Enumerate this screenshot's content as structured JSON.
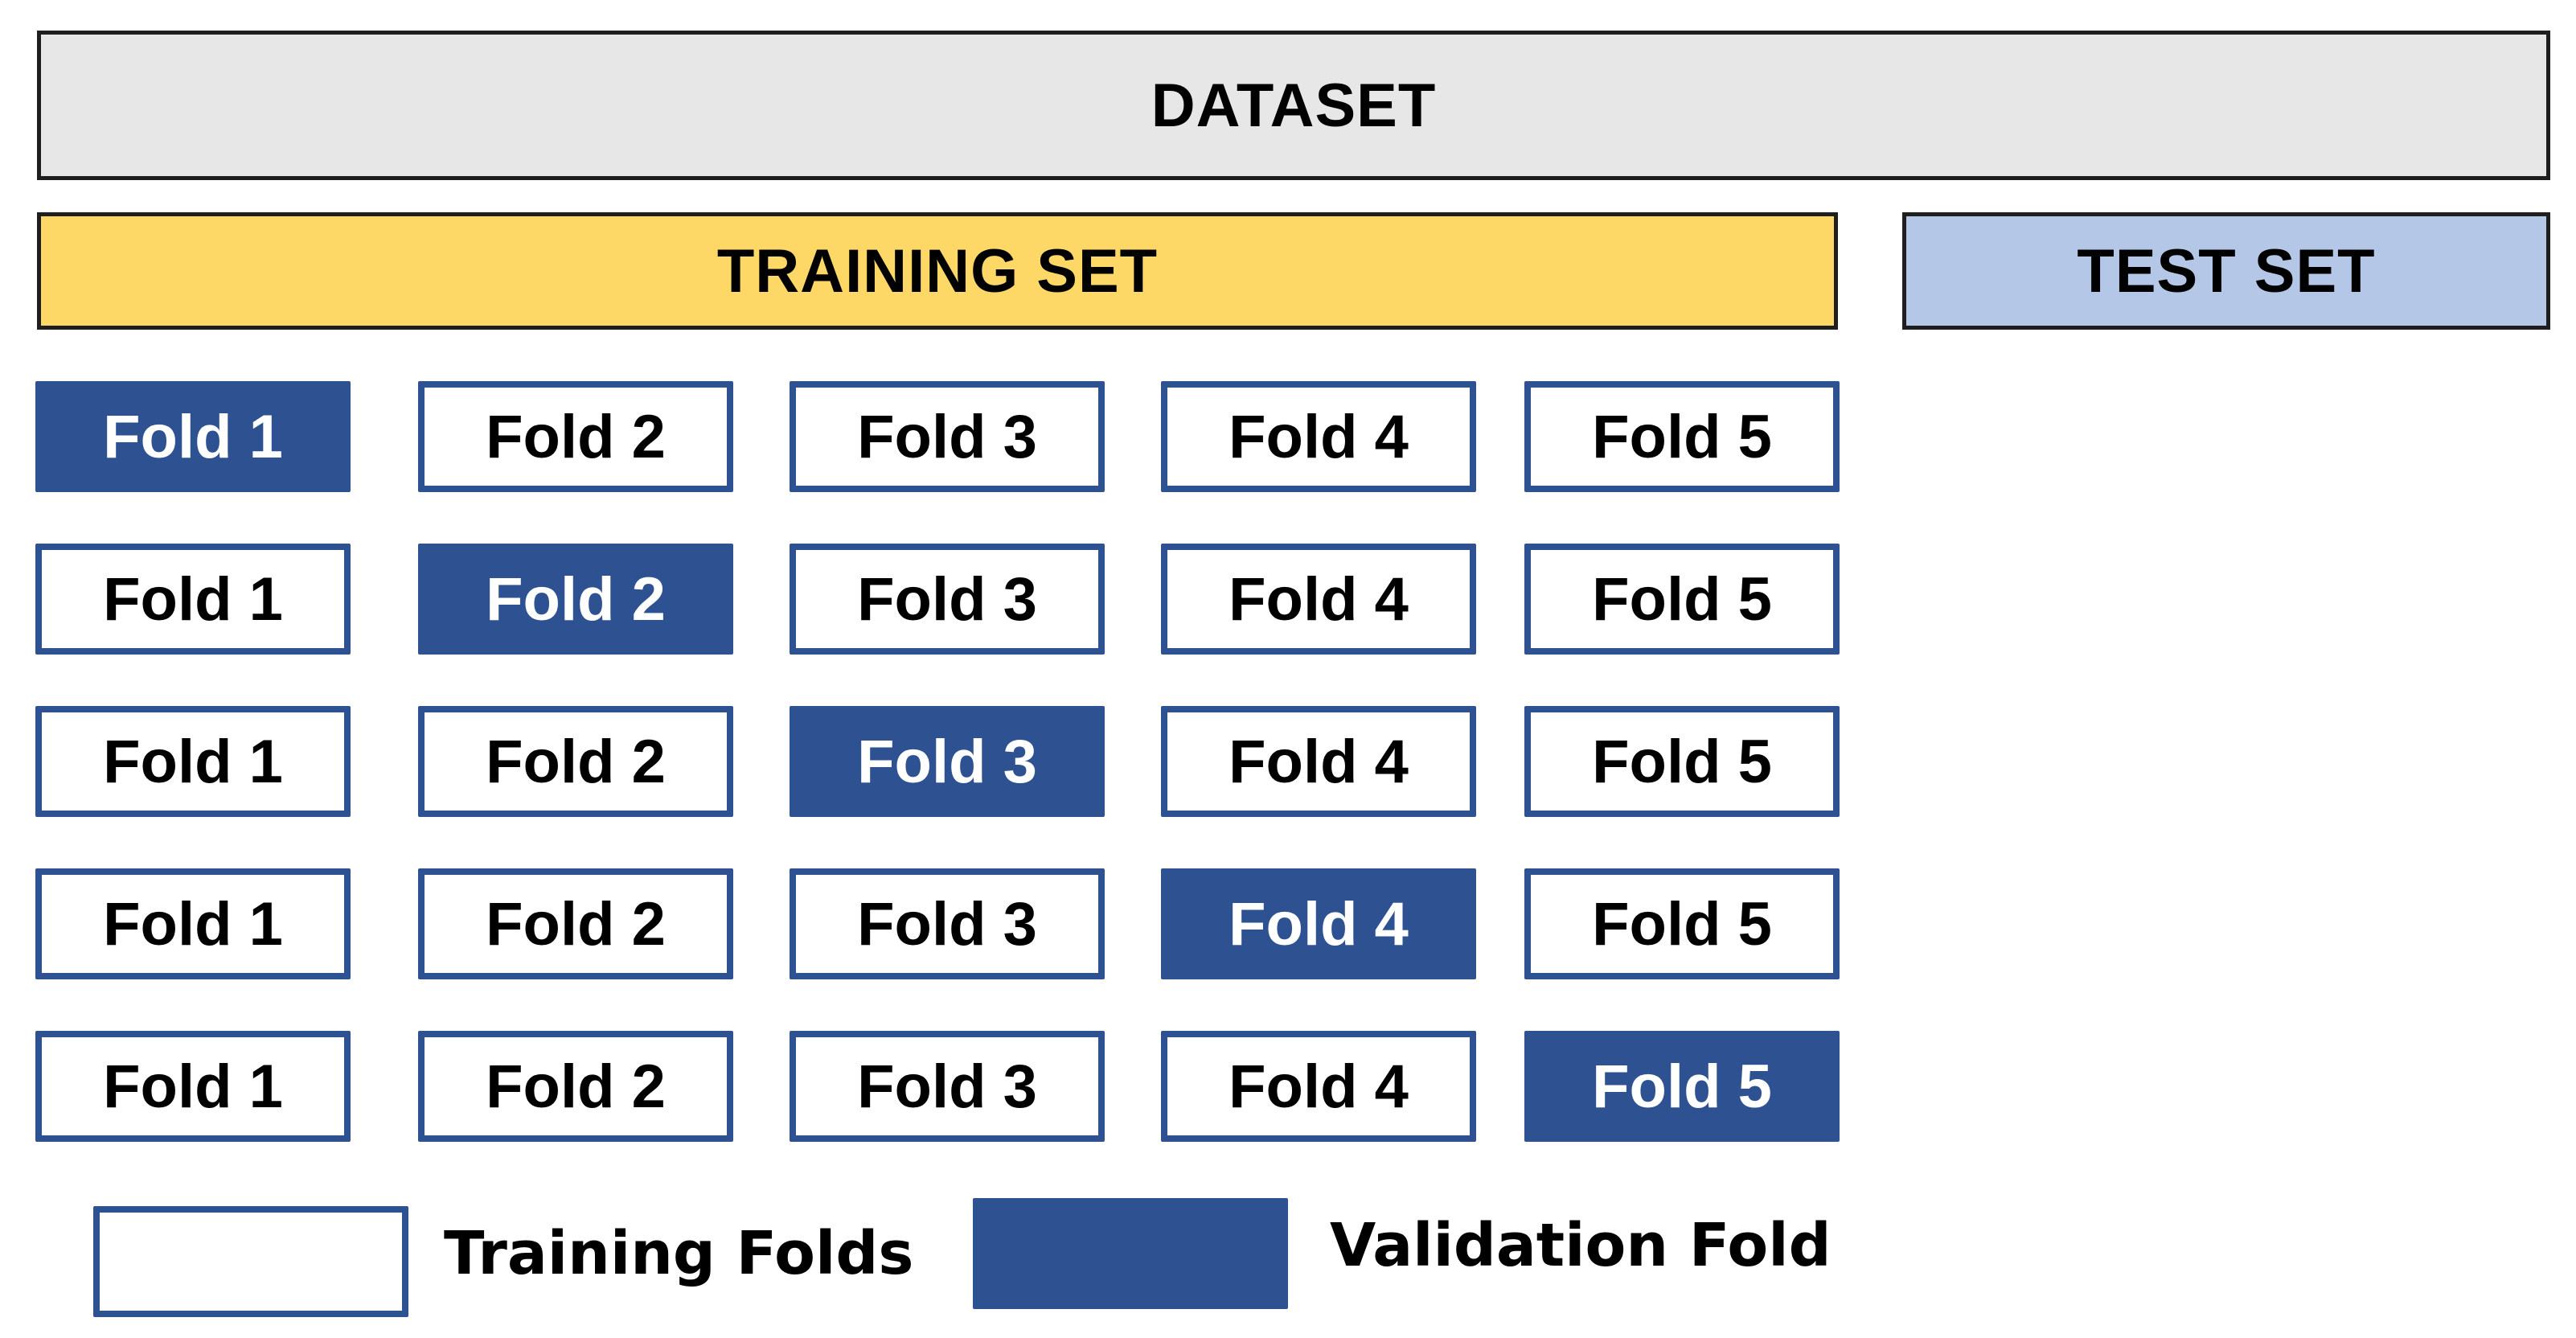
{
  "dataset_label": "DATASET",
  "training_set_label": "TRAINING SET",
  "test_set_label": "TEST SET",
  "fold_label_prefix": "Fold",
  "fold_count": 5,
  "iterations": [
    {
      "validation_fold": 1
    },
    {
      "validation_fold": 2
    },
    {
      "validation_fold": 3
    },
    {
      "validation_fold": 4
    },
    {
      "validation_fold": 5
    }
  ],
  "legend": {
    "training_label": "Training Folds",
    "validation_label": "Validation Fold"
  },
  "colors": {
    "dataset_fill": "#e7e7e7",
    "training_set_fill": "#fdd866",
    "test_set_fill": "#b4c7e7",
    "validation_fill": "#2e5291",
    "training_fill": "#ffffff",
    "fold_border": "#2e5291"
  }
}
